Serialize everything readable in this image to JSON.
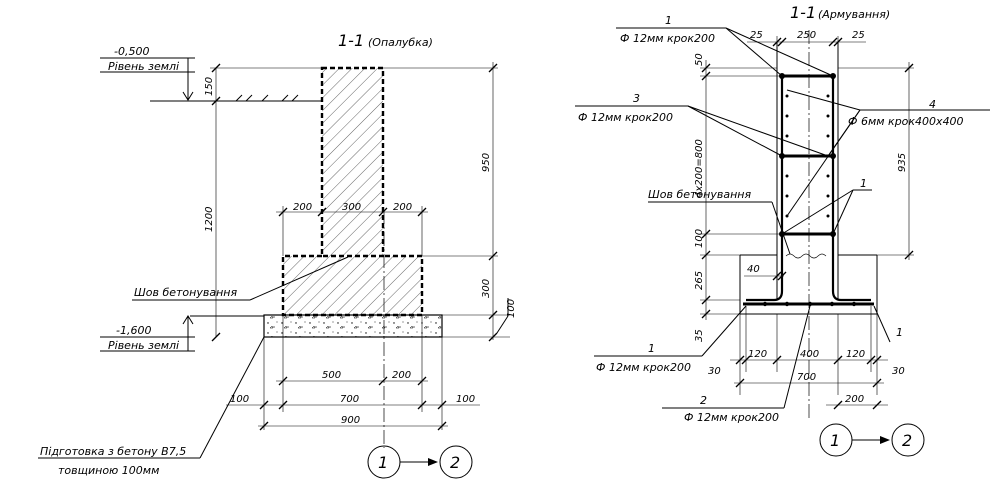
{
  "left": {
    "title_main": "1-1",
    "title_sub": "(Опалубка)",
    "ground_top_level": "-0,500",
    "ground_top_label": "Рівень землі",
    "ground_bottom_level": "-1,600",
    "ground_bottom_label": "Рівень землі",
    "joint_label": "Шов бетонування",
    "prep_label_1": "Підготовка з бетону В7,5",
    "prep_label_2": "товщиною 100мм",
    "dims": {
      "d150": "150",
      "d1200": "1200",
      "d950": "950",
      "d300v": "300",
      "d100v": "100",
      "d200a": "200",
      "d300h": "300",
      "d200b": "200",
      "d500": "500",
      "d200c": "200",
      "d100l": "100",
      "d700": "700",
      "d100r": "100",
      "d900": "900"
    },
    "axis_from": "1",
    "axis_to": "2"
  },
  "right": {
    "title_main": "1-1",
    "title_sub": "(Армування)",
    "joint_label": "Шов бетонування",
    "callouts": {
      "c1_num": "1",
      "c1_text": "Ф 12мм крок200",
      "c3_num": "3",
      "c3_text": "Ф 12мм крок200",
      "c4_num": "4",
      "c4_text": "Ф 6мм крок400х400",
      "c1b_num": "1",
      "c1c_num": "1",
      "c1d_num": "1",
      "c1d_text": "Ф 12мм крок200",
      "c2_num": "2",
      "c2_text": "Ф 12мм крок200"
    },
    "dims": {
      "d25a": "25",
      "d250": "250",
      "d25b": "25",
      "d50": "50",
      "d4x200": "4х200=800",
      "d935": "935",
      "d100": "100",
      "d265": "265",
      "d40": "40",
      "d35": "35",
      "d30a": "30",
      "d120a": "120",
      "d400": "400",
      "d120b": "120",
      "d30b": "30",
      "d700": "700",
      "d200": "200"
    },
    "axis_from": "1",
    "axis_to": "2"
  },
  "colors": {
    "ink": "#000000",
    "paper": "#ffffff"
  }
}
